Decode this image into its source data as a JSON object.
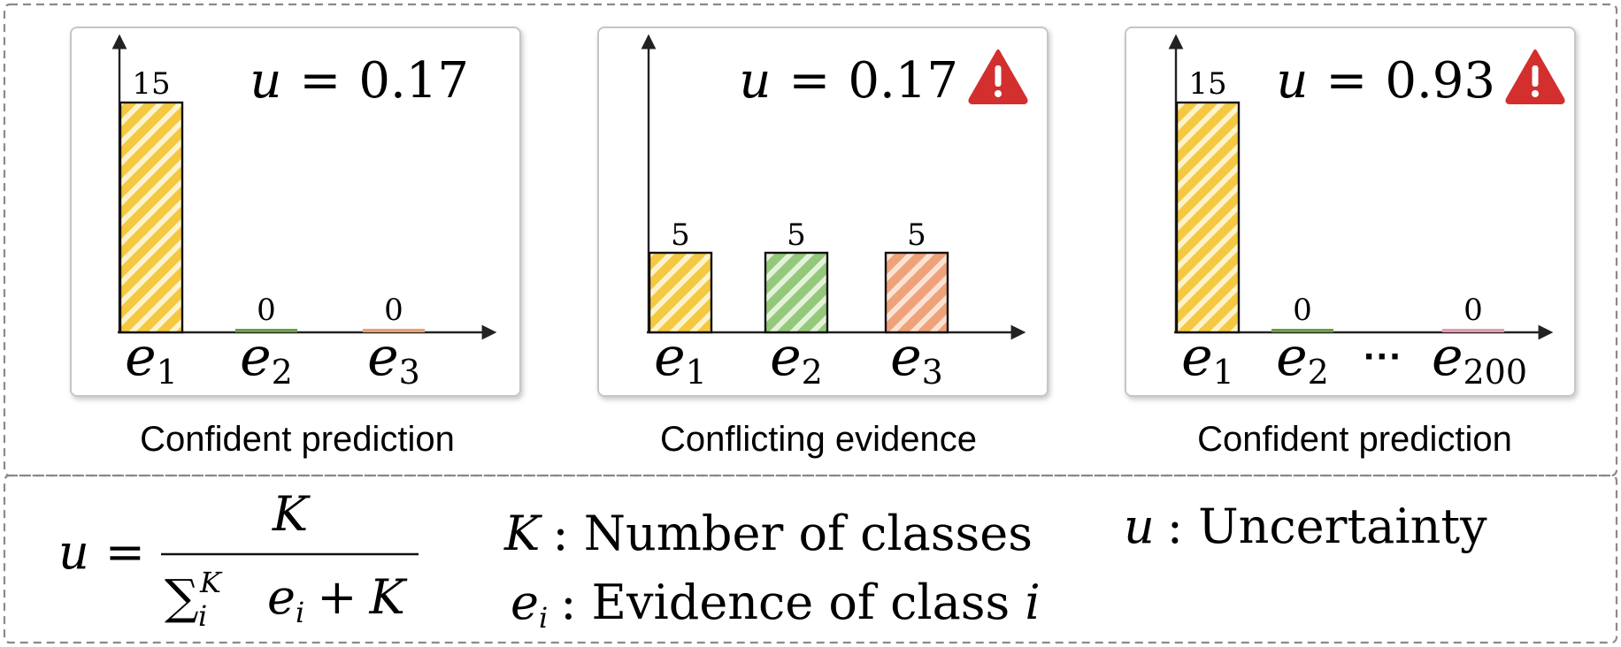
{
  "panels": [
    {
      "u_var": "u",
      "u_eq": "=",
      "u_value": "0.17",
      "warning": false,
      "caption": "Confident prediction",
      "bars": [
        {
          "var": "e",
          "sub": "1",
          "value": 15,
          "label": "15",
          "color": "#F5C842",
          "pattern": "yellow"
        },
        {
          "var": "e",
          "sub": "2",
          "value": 0,
          "label": "0",
          "color": "#6A9E48",
          "pattern": "green"
        },
        {
          "var": "e",
          "sub": "3",
          "value": 0,
          "label": "0",
          "color": "#E8A172",
          "pattern": "orange"
        }
      ],
      "ellipsis": ""
    },
    {
      "u_var": "u",
      "u_eq": "=",
      "u_value": "0.17",
      "warning": true,
      "caption": "Conflicting evidence",
      "bars": [
        {
          "var": "e",
          "sub": "1",
          "value": 5,
          "label": "5",
          "color": "#F5C842",
          "pattern": "yellow"
        },
        {
          "var": "e",
          "sub": "2",
          "value": 5,
          "label": "5",
          "color": "#94C87A",
          "pattern": "green"
        },
        {
          "var": "e",
          "sub": "3",
          "value": 5,
          "label": "5",
          "color": "#EFA27A",
          "pattern": "orange"
        }
      ],
      "ellipsis": ""
    },
    {
      "u_var": "u",
      "u_eq": "=",
      "u_value": "0.93",
      "warning": true,
      "caption": "Confident prediction",
      "bars": [
        {
          "var": "e",
          "sub": "1",
          "value": 15,
          "label": "15",
          "color": "#F5C842",
          "pattern": "yellow"
        },
        {
          "var": "e",
          "sub": "2",
          "value": 0,
          "label": "0",
          "color": "#6A9E48",
          "pattern": "green"
        },
        {
          "var": "e",
          "sub": "200",
          "value": 0,
          "label": "0",
          "color": "#E59AAE",
          "pattern": "pink"
        }
      ],
      "ellipsis": "···"
    }
  ],
  "formula": {
    "lhs": "u",
    "eq": "=",
    "numerator": "K",
    "sum": "∑",
    "sum_sup": "K",
    "sum_sub": "i",
    "term_var": "e",
    "term_sub": "i",
    "plus": "+",
    "den_K": "K"
  },
  "legend": {
    "k_symbol": "K",
    "k_desc": ": Number of classes",
    "e_symbol": "e",
    "e_sub": "i",
    "e_desc_prefix": ": Evidence of class ",
    "e_desc_var": "i",
    "u_symbol": "u",
    "u_desc": ":  Uncertainty"
  },
  "colors": {
    "warning": "#D32F2F",
    "frame": "#BBBBBB",
    "dashed": "#8A8A8A",
    "axis": "#222222"
  },
  "icons": {
    "warning": "warning-triangle-icon"
  }
}
